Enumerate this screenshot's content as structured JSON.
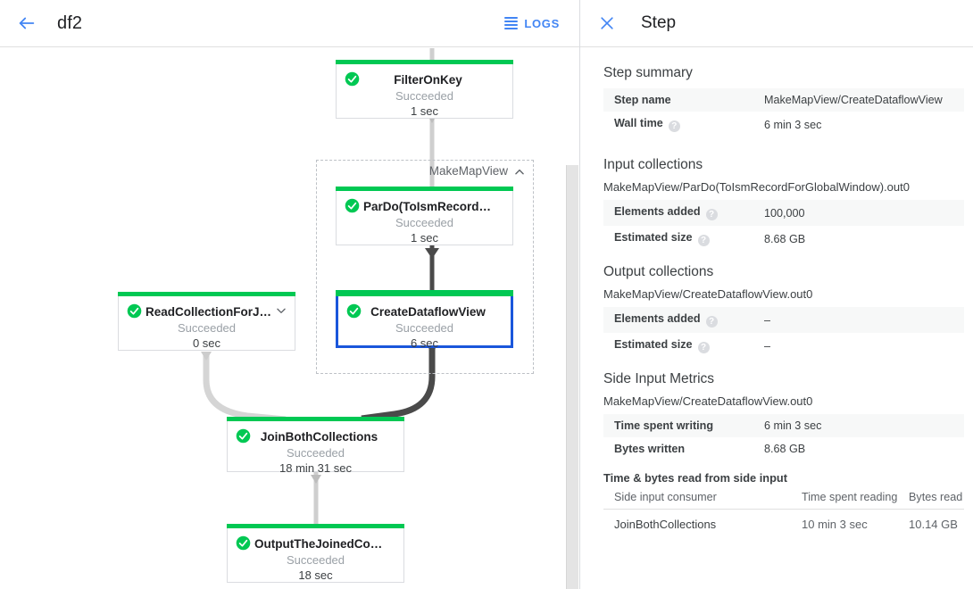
{
  "left": {
    "header": {
      "back_icon": "arrow-left-icon",
      "job_title": "df2",
      "logs_label": "LOGS",
      "logs_icon": "logs-list-icon"
    },
    "composite": {
      "label": "MakeMapView",
      "collapse_icon": "chevron-up-icon"
    },
    "nodes": [
      {
        "id": "filter-on-key",
        "title": "FilterOnKey",
        "status": "Succeeded",
        "time": "1 sec",
        "status_icon": "check-circle-icon",
        "selected": false,
        "chevron": null
      },
      {
        "id": "pardo-toismrecord",
        "title": "ParDo(ToIsmRecordFor…",
        "status": "Succeeded",
        "time": "1 sec",
        "status_icon": "check-circle-icon",
        "selected": false,
        "chevron": null
      },
      {
        "id": "create-dataflow-view",
        "title": "CreateDataflowView",
        "status": "Succeeded",
        "time": "6 sec",
        "status_icon": "check-circle-icon",
        "selected": true,
        "chevron": null
      },
      {
        "id": "read-collection-for-join",
        "title": "ReadCollectionForJoin",
        "status": "Succeeded",
        "time": "0 sec",
        "status_icon": "check-circle-icon",
        "selected": false,
        "chevron": "chevron-down-icon"
      },
      {
        "id": "join-both-collections",
        "title": "JoinBothCollections",
        "status": "Succeeded",
        "time": "18 min 31 sec",
        "status_icon": "check-circle-icon",
        "selected": false,
        "chevron": null
      },
      {
        "id": "output-the-joined-collection",
        "title": "OutputTheJoinedCollec…",
        "status": "Succeeded",
        "time": "18 sec",
        "status_icon": "check-circle-icon",
        "selected": false,
        "chevron": null
      }
    ]
  },
  "right": {
    "header": {
      "close_icon": "close-icon",
      "title": "Step"
    },
    "step_summary": {
      "title": "Step summary",
      "rows": [
        {
          "key": "Step name",
          "value": "MakeMapView/CreateDataflowView",
          "help": false
        },
        {
          "key": "Wall time",
          "value": "6 min 3 sec",
          "help": true
        }
      ]
    },
    "input_collections": {
      "title": "Input collections",
      "collection": "MakeMapView/ParDo(ToIsmRecordForGlobalWindow).out0",
      "rows": [
        {
          "key": "Elements added",
          "value": "100,000",
          "help": true
        },
        {
          "key": "Estimated size",
          "value": "8.68 GB",
          "help": true
        }
      ]
    },
    "output_collections": {
      "title": "Output collections",
      "collection": "MakeMapView/CreateDataflowView.out0",
      "rows": [
        {
          "key": "Elements added",
          "value": "–",
          "help": true
        },
        {
          "key": "Estimated size",
          "value": "–",
          "help": true
        }
      ]
    },
    "side_input_metrics": {
      "title": "Side Input Metrics",
      "collection": "MakeMapView/CreateDataflowView.out0",
      "rows": [
        {
          "key": "Time spent writing",
          "value": "6 min 3 sec",
          "help": false
        },
        {
          "key": "Bytes written",
          "value": "8.68 GB",
          "help": false
        }
      ]
    },
    "side_input_table": {
      "title": "Time & bytes read from side input",
      "columns": [
        "Side input consumer",
        "Time spent reading",
        "Bytes read"
      ],
      "rows": [
        [
          "JoinBothCollections",
          "10 min 3 sec",
          "10.14 GB"
        ]
      ]
    }
  },
  "colors": {
    "accent": "#4285f4",
    "success": "#00c853",
    "selected_border": "#1a56db",
    "text": "#3c4043",
    "muted": "#9aa0a6"
  }
}
